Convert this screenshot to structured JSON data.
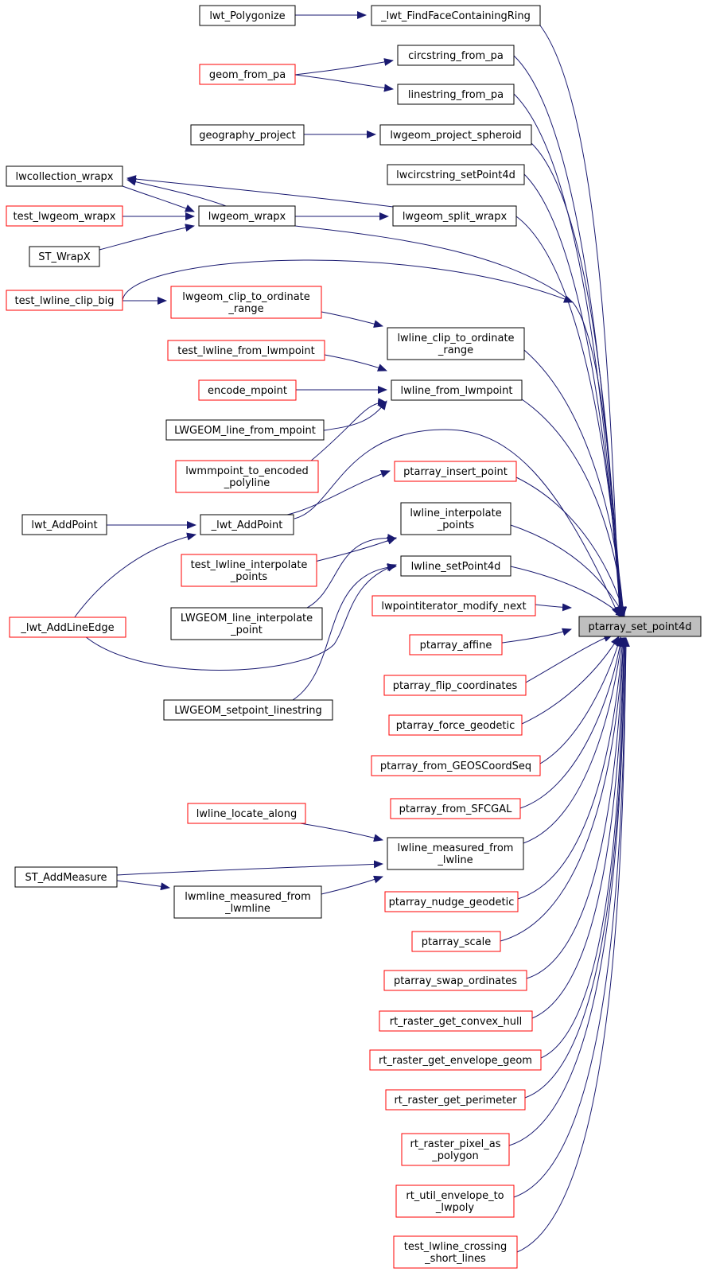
{
  "title": "ptarray_set_point4d",
  "edge_color": "#191970",
  "link_border_color": "#ff0000",
  "nodes": {
    "root": {
      "lines": [
        "ptarray_set_point4d"
      ],
      "style": "root"
    },
    "lwt_polygonize": {
      "lines": [
        "lwt_Polygonize"
      ],
      "style": "black"
    },
    "lwt_findface": {
      "lines": [
        "_lwt_FindFaceContainingRing"
      ],
      "style": "black"
    },
    "geom_from_pa": {
      "lines": [
        "geom_from_pa"
      ],
      "style": "red"
    },
    "circstring_from_pa": {
      "lines": [
        "circstring_from_pa"
      ],
      "style": "black"
    },
    "linestring_from_pa": {
      "lines": [
        "linestring_from_pa"
      ],
      "style": "black"
    },
    "geography_project": {
      "lines": [
        "geography_project"
      ],
      "style": "black"
    },
    "lwgeom_project_spheroid": {
      "lines": [
        "lwgeom_project_spheroid"
      ],
      "style": "black"
    },
    "lwcircstring_setpoint4d": {
      "lines": [
        "lwcircstring_setPoint4d"
      ],
      "style": "black"
    },
    "lwcollection_wrapx": {
      "lines": [
        "lwcollection_wrapx"
      ],
      "style": "black"
    },
    "test_lwgeom_wrapx": {
      "lines": [
        "test_lwgeom_wrapx"
      ],
      "style": "red"
    },
    "lwgeom_wrapx": {
      "lines": [
        "lwgeom_wrapx"
      ],
      "style": "black"
    },
    "lwgeom_split_wrapx": {
      "lines": [
        "lwgeom_split_wrapx"
      ],
      "style": "black"
    },
    "st_wrapx": {
      "lines": [
        "ST_WrapX"
      ],
      "style": "black"
    },
    "test_lwline_clip_big": {
      "lines": [
        "test_lwline_clip_big"
      ],
      "style": "red"
    },
    "lwgeom_clip_to_ordinate_range": {
      "lines": [
        "lwgeom_clip_to_ordinate",
        "_range"
      ],
      "style": "red"
    },
    "lwline_clip_to_ordinate_range": {
      "lines": [
        "lwline_clip_to_ordinate",
        "_range"
      ],
      "style": "black"
    },
    "test_lwline_from_lwmpoint": {
      "lines": [
        "test_lwline_from_lwmpoint"
      ],
      "style": "red"
    },
    "encode_mpoint": {
      "lines": [
        "encode_mpoint"
      ],
      "style": "red"
    },
    "lwline_from_lwmpoint": {
      "lines": [
        "lwline_from_lwmpoint"
      ],
      "style": "black"
    },
    "lwgeom_line_from_mpoint": {
      "lines": [
        "LWGEOM_line_from_mpoint"
      ],
      "style": "black"
    },
    "lwmmpoint_to_encoded_polyline": {
      "lines": [
        "lwmmpoint_to_encoded",
        "_polyline"
      ],
      "style": "red"
    },
    "ptarray_insert_point": {
      "lines": [
        "ptarray_insert_point"
      ],
      "style": "red"
    },
    "lwt_addpoint_ext": {
      "lines": [
        "lwt_AddPoint"
      ],
      "style": "black"
    },
    "lwt_addpoint": {
      "lines": [
        "_lwt_AddPoint"
      ],
      "style": "black"
    },
    "lwline_interpolate_points": {
      "lines": [
        "lwline_interpolate",
        "_points"
      ],
      "style": "black"
    },
    "test_lwline_interpolate_points": {
      "lines": [
        "test_lwline_interpolate",
        "_points"
      ],
      "style": "red"
    },
    "lwt_addlineedge": {
      "lines": [
        "_lwt_AddLineEdge"
      ],
      "style": "red"
    },
    "lwgeom_line_interpolate_point": {
      "lines": [
        "LWGEOM_line_interpolate",
        "_point"
      ],
      "style": "black"
    },
    "lwline_setpoint4d": {
      "lines": [
        "lwline_setPoint4d"
      ],
      "style": "black"
    },
    "lwpointiterator_modify_next": {
      "lines": [
        "lwpointiterator_modify_next"
      ],
      "style": "red"
    },
    "ptarray_affine": {
      "lines": [
        "ptarray_affine"
      ],
      "style": "red"
    },
    "ptarray_flip_coordinates": {
      "lines": [
        "ptarray_flip_coordinates"
      ],
      "style": "red"
    },
    "lwgeom_setpoint_linestring": {
      "lines": [
        "LWGEOM_setpoint_linestring"
      ],
      "style": "black"
    },
    "ptarray_force_geodetic": {
      "lines": [
        "ptarray_force_geodetic"
      ],
      "style": "red"
    },
    "ptarray_from_geoscoordseq": {
      "lines": [
        "ptarray_from_GEOSCoordSeq"
      ],
      "style": "red"
    },
    "ptarray_from_sfcgal": {
      "lines": [
        "ptarray_from_SFCGAL"
      ],
      "style": "red"
    },
    "lwline_locate_along": {
      "lines": [
        "lwline_locate_along"
      ],
      "style": "red"
    },
    "lwline_measured_from_lwline": {
      "lines": [
        "lwline_measured_from",
        "_lwline"
      ],
      "style": "black"
    },
    "st_addmeasure": {
      "lines": [
        "ST_AddMeasure"
      ],
      "style": "black"
    },
    "lwmline_measured_from_lwmline": {
      "lines": [
        "lwmline_measured_from",
        "_lwmline"
      ],
      "style": "black"
    },
    "ptarray_nudge_geodetic": {
      "lines": [
        "ptarray_nudge_geodetic"
      ],
      "style": "red"
    },
    "ptarray_scale": {
      "lines": [
        "ptarray_scale"
      ],
      "style": "red"
    },
    "ptarray_swap_ordinates": {
      "lines": [
        "ptarray_swap_ordinates"
      ],
      "style": "red"
    },
    "rt_raster_get_convex_hull": {
      "lines": [
        "rt_raster_get_convex_hull"
      ],
      "style": "red"
    },
    "rt_raster_get_envelope_geom": {
      "lines": [
        "rt_raster_get_envelope_geom"
      ],
      "style": "red"
    },
    "rt_raster_get_perimeter": {
      "lines": [
        "rt_raster_get_perimeter"
      ],
      "style": "red"
    },
    "rt_raster_pixel_as_polygon": {
      "lines": [
        "rt_raster_pixel_as",
        "_polygon"
      ],
      "style": "red"
    },
    "rt_util_envelope_to_lwpoly": {
      "lines": [
        "rt_util_envelope_to",
        "_lwpoly"
      ],
      "style": "red"
    },
    "test_lwline_crossing_short_lines": {
      "lines": [
        "test_lwline_crossing",
        "_short_lines"
      ],
      "style": "red"
    }
  }
}
